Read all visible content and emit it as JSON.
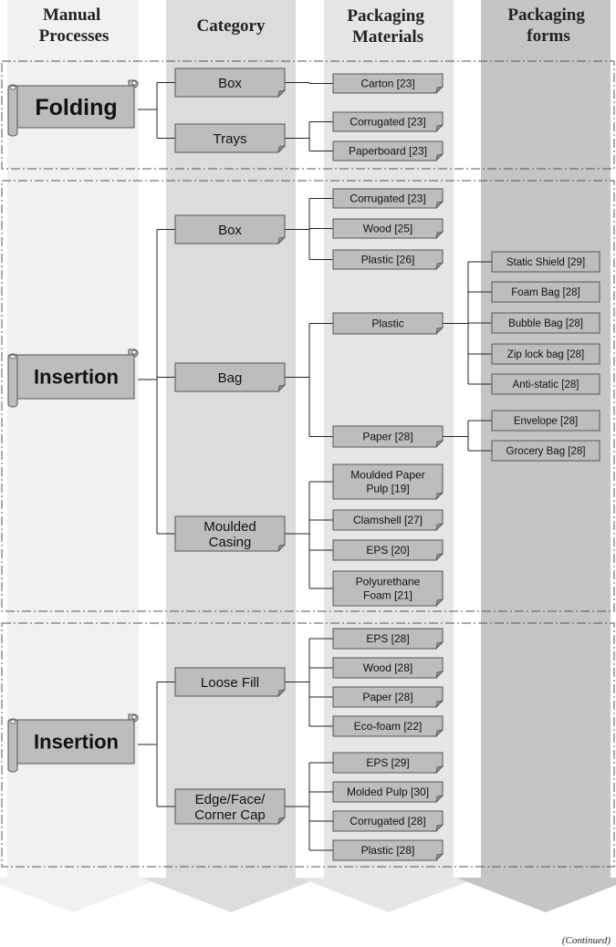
{
  "headers": {
    "manual_processes": [
      "Manual",
      "Processes"
    ],
    "category": [
      "Category"
    ],
    "packaging_materials": [
      "Packaging",
      "Materials"
    ],
    "packaging_forms": [
      "Packaging",
      "forms"
    ]
  },
  "sections": [
    {
      "process": "Folding",
      "categories": [
        {
          "label": [
            "Box"
          ],
          "materials": [
            {
              "label": [
                "Carton [23]"
              ]
            }
          ]
        },
        {
          "label": [
            "Trays"
          ],
          "materials": [
            {
              "label": [
                "Corrugated [23]"
              ]
            },
            {
              "label": [
                "Paperboard [23]"
              ]
            }
          ]
        }
      ]
    },
    {
      "process": "Insertion",
      "categories": [
        {
          "label": [
            "Box"
          ],
          "materials": [
            {
              "label": [
                "Corrugated [23]"
              ]
            },
            {
              "label": [
                "Wood [25]"
              ]
            },
            {
              "label": [
                "Plastic [26]"
              ]
            }
          ]
        },
        {
          "label": [
            "Bag"
          ],
          "materials": [
            {
              "label": [
                "Plastic"
              ],
              "forms": [
                "Static Shield [29]",
                "Foam Bag [28]",
                "Bubble Bag [28]",
                "Zip lock bag [28]",
                "Anti-static [28]"
              ]
            },
            {
              "label": [
                "Paper [28]"
              ],
              "forms": [
                "Envelope [28]",
                "Grocery Bag [28]"
              ]
            }
          ]
        },
        {
          "label": [
            "Moulded",
            "Casing"
          ],
          "materials": [
            {
              "label": [
                "Moulded Paper",
                "Pulp [19]"
              ]
            },
            {
              "label": [
                "Clamshell [27]"
              ]
            },
            {
              "label": [
                "EPS [20]"
              ]
            },
            {
              "label": [
                "Polyurethane",
                "Foam [21]"
              ]
            }
          ]
        }
      ]
    },
    {
      "process": "Insertion",
      "categories": [
        {
          "label": [
            "Loose Fill"
          ],
          "materials": [
            {
              "label": [
                "EPS [28]"
              ]
            },
            {
              "label": [
                "Wood [28]"
              ]
            },
            {
              "label": [
                "Paper [28]"
              ]
            },
            {
              "label": [
                "Eco-foam [22]"
              ]
            }
          ]
        },
        {
          "label": [
            "Edge/Face/",
            "Corner Cap"
          ],
          "materials": [
            {
              "label": [
                "EPS [29]"
              ]
            },
            {
              "label": [
                "Molded Pulp [30]"
              ]
            },
            {
              "label": [
                "Corrugated [28]"
              ]
            },
            {
              "label": [
                "Plastic [28]"
              ]
            }
          ]
        }
      ]
    }
  ],
  "footnote": "(Continued)"
}
